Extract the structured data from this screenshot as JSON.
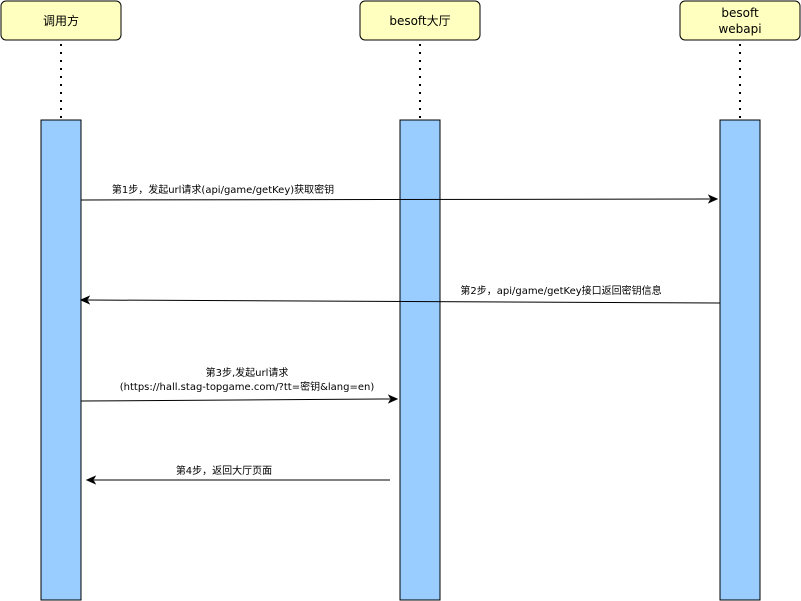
{
  "participants": [
    {
      "label_lines": [
        "调用方"
      ]
    },
    {
      "label_lines": [
        "besoft大厅"
      ]
    },
    {
      "label_lines": [
        "besoft",
        "webapi"
      ]
    }
  ],
  "messages": [
    {
      "from": 0,
      "to": 2,
      "text_lines": [
        "第1步，发起url请求(api/game/getKey)获取密钥"
      ]
    },
    {
      "from": 2,
      "to": 0,
      "text_lines": [
        "第2步，api/game/getKey接口返回密钥信息"
      ]
    },
    {
      "from": 0,
      "to": 1,
      "text_lines": [
        "第3步,发起url请求",
        "(https://hall.stag-topgame.com/?tt=密钥&lang=en)"
      ]
    },
    {
      "from": 1,
      "to": 0,
      "text_lines": [
        "第4步，返回大厅页面"
      ]
    }
  ],
  "colors": {
    "actor_fill": "#ffffc0",
    "activation_fill": "#99ccff",
    "stroke": "#000000"
  }
}
